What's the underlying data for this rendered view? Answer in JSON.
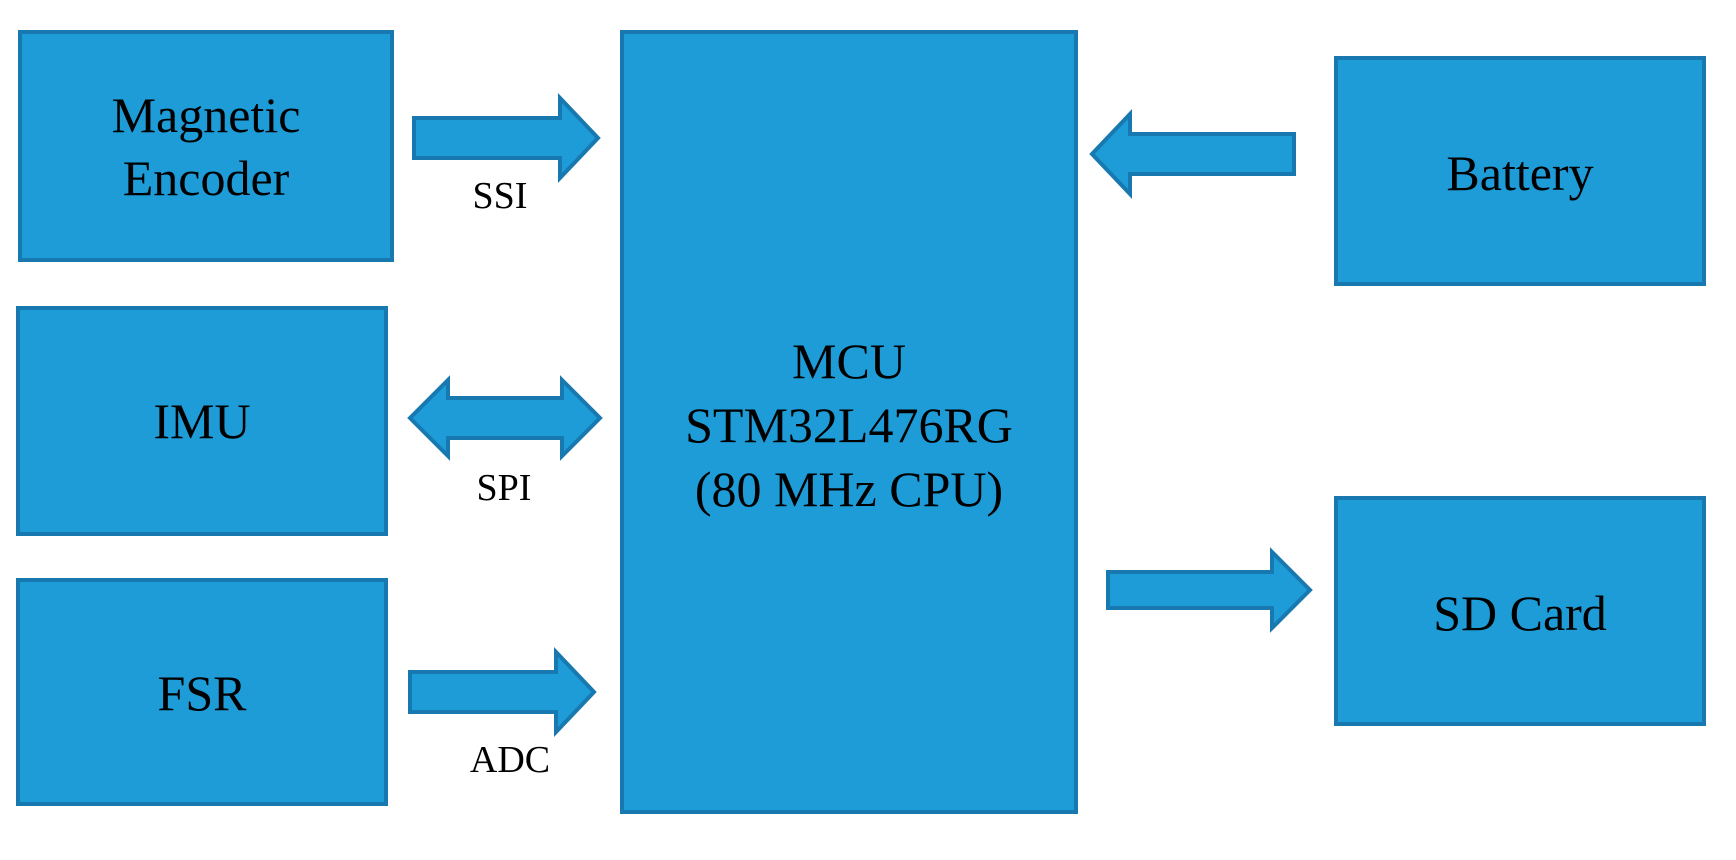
{
  "colors": {
    "box_fill": "#1e9cd8",
    "box_stroke": "#1779b0",
    "text": "#000000",
    "background": "#ffffff"
  },
  "blocks": {
    "magnetic_encoder": {
      "line1": "Magnetic",
      "line2": "Encoder"
    },
    "imu": {
      "label": "IMU"
    },
    "fsr": {
      "label": "FSR"
    },
    "mcu": {
      "line1": "MCU",
      "line2": "STM32L476RG",
      "line3": "(80 MHz CPU)"
    },
    "battery": {
      "label": "Battery"
    },
    "sd_card": {
      "label": "SD Card"
    }
  },
  "links": {
    "encoder_to_mcu": {
      "label": "SSI",
      "direction": "right"
    },
    "imu_mcu": {
      "label": "SPI",
      "direction": "bidirectional"
    },
    "fsr_to_mcu": {
      "label": "ADC",
      "direction": "right"
    },
    "battery_to_mcu": {
      "label": "",
      "direction": "left"
    },
    "mcu_to_sd_card": {
      "label": "",
      "direction": "right"
    }
  }
}
